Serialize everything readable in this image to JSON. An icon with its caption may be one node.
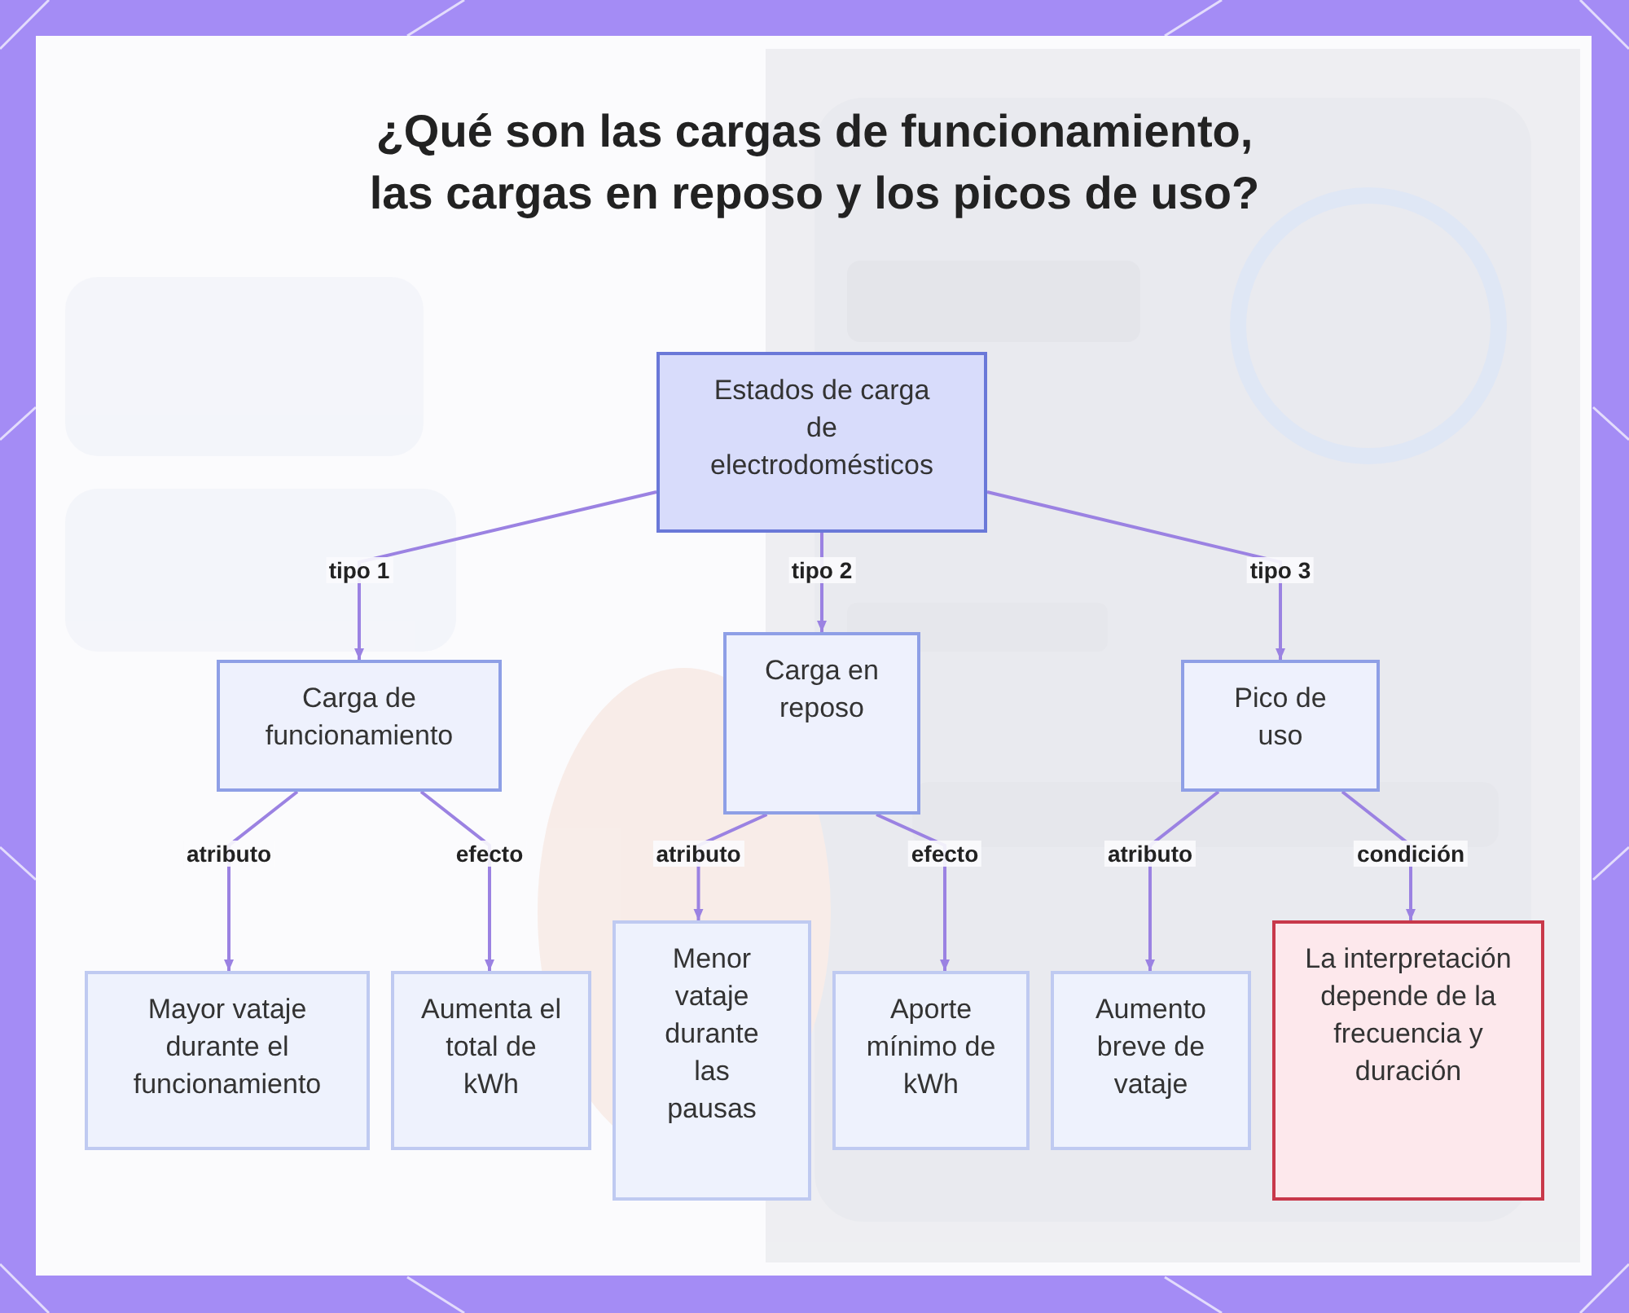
{
  "diagram": {
    "title": "¿Qué son las cargas de funcionamiento, las cargas en reposo y los picos de uso?",
    "nodes": [
      {
        "text": [
          "Estados de carga de electrodomésticos"
        ]
      },
      {
        "text": [
          "Carga de funcionamiento"
        ]
      },
      {
        "text": [
          "Carga en reposo"
        ]
      },
      {
        "text": [
          "Pico de uso"
        ]
      },
      {
        "text": [
          "Mayor vataje durante el funcionamiento"
        ]
      },
      {
        "text": [
          "Aumenta el total de kWh"
        ]
      },
      {
        "text": [
          "Menor vataje durante las pausas"
        ]
      },
      {
        "text": [
          "Aporte mínimo de kWh"
        ]
      },
      {
        "text": [
          "Aumento breve de vataje"
        ]
      },
      {
        "text": [
          "La interpretación depende de la frecuencia y duración"
        ]
      }
    ],
    "edges": [
      {
        "from": 0,
        "to": 1,
        "arrow": "to",
        "label": "tipo 1"
      },
      {
        "from": 0,
        "to": 2,
        "arrow": "to",
        "label": "tipo 2"
      },
      {
        "from": 0,
        "to": 3,
        "arrow": "to",
        "label": "tipo 3"
      },
      {
        "from": 1,
        "to": 4,
        "arrow": "to",
        "label": "atributo"
      },
      {
        "from": 1,
        "to": 5,
        "arrow": "to",
        "label": "efecto"
      },
      {
        "from": 2,
        "to": 6,
        "arrow": "to",
        "label": "atributo"
      },
      {
        "from": 2,
        "to": 7,
        "arrow": "to",
        "label": "efecto"
      },
      {
        "from": 3,
        "to": 8,
        "arrow": "to",
        "label": "atributo"
      },
      {
        "from": 3,
        "to": 9,
        "arrow": "to",
        "label": "condición"
      }
    ]
  }
}
